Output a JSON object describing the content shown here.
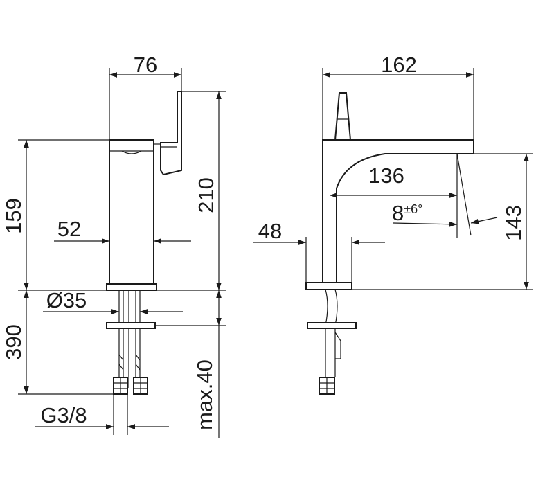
{
  "front_view": {
    "width_top": "76",
    "height_body": "159",
    "total_height": "210",
    "body_width": "52",
    "shank_diameter": "Ø35",
    "hose_length": "390",
    "thread": "G3/8",
    "max_counter": "max.40"
  },
  "side_view": {
    "total_depth": "162",
    "spout_reach": "136",
    "tilt_angle": "8",
    "tilt_tolerance": "±6°",
    "spout_height": "143",
    "base_depth": "48"
  },
  "colors": {
    "line": "#1a1a1a",
    "background": "#ffffff"
  }
}
